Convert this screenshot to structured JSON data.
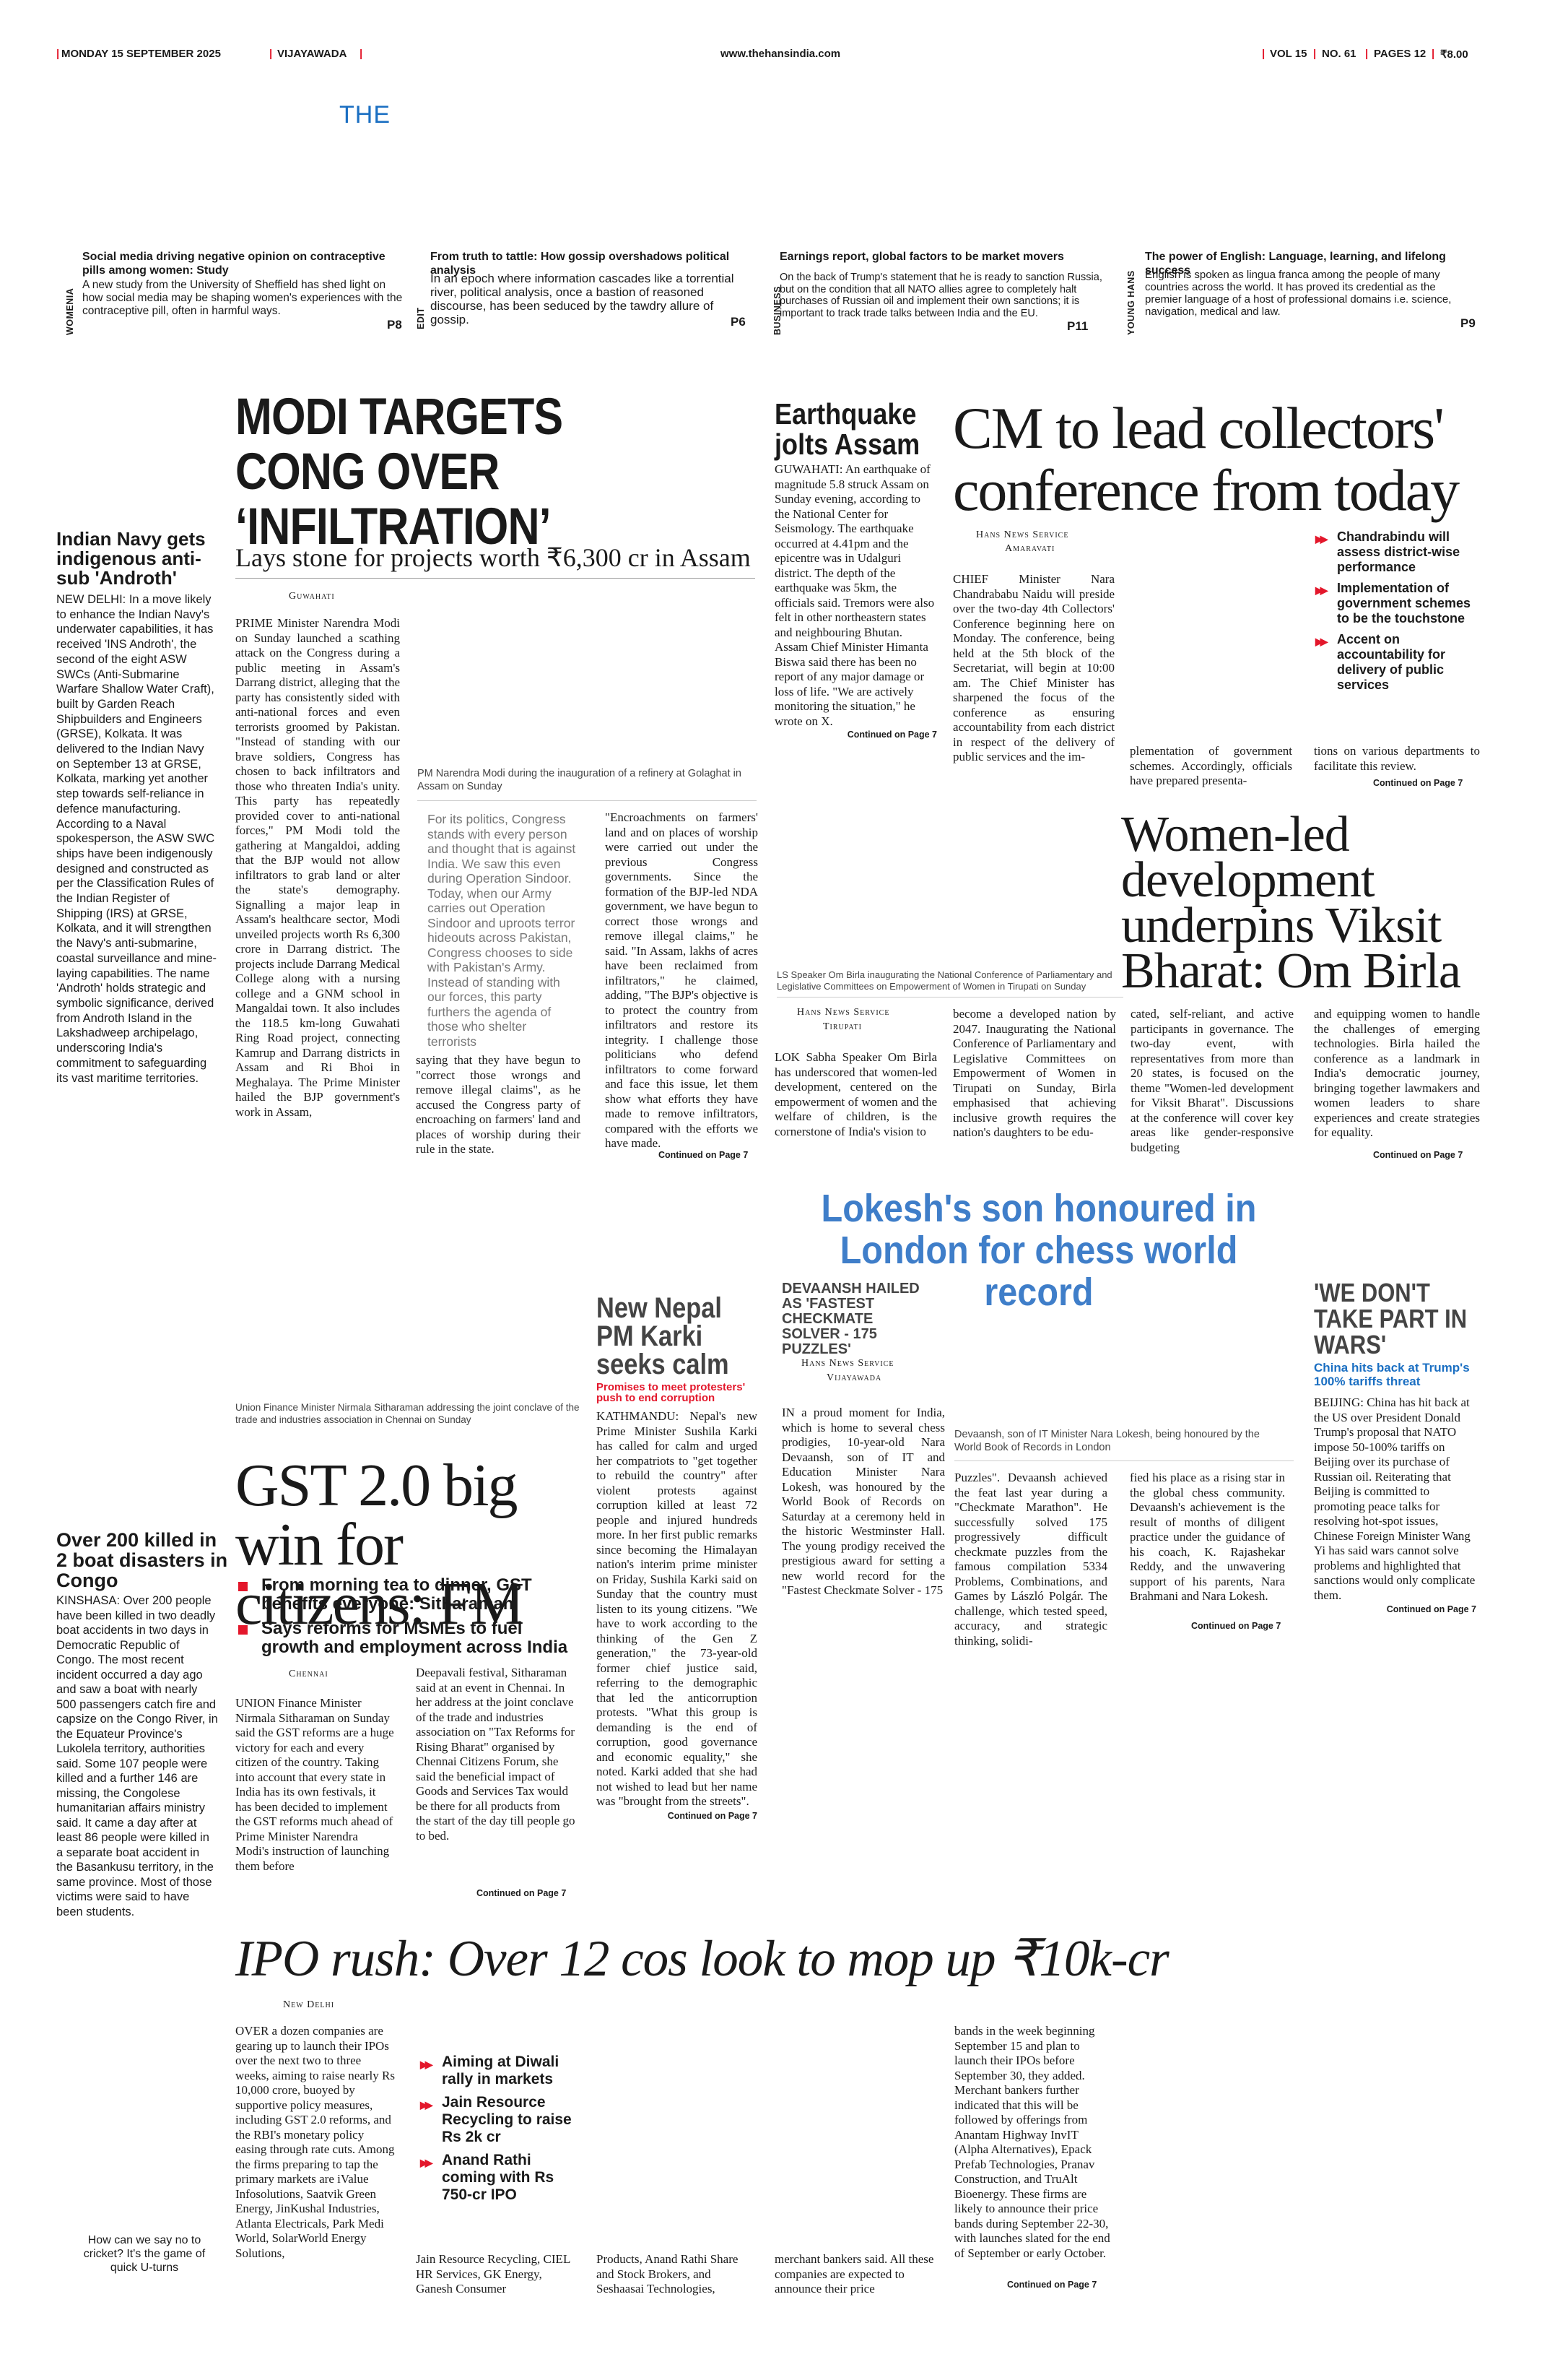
{
  "masthead": {
    "date_line": "MONDAY 15 SEPTEMBER 2025",
    "city": "VIJAYAWADA",
    "website": "www.thehansindia.com",
    "vol": "VOL 15",
    "no": "NO. 61",
    "pages": "PAGES 12",
    "price": "₹8.00",
    "logo_the": "THE"
  },
  "teasers": [
    {
      "section": "WOMENIA",
      "title": "Social media driving negative opinion on contraceptive pills among women: Study",
      "text": "A new study from the University of Sheffield has shed light on how social media may be shaping women's experiences with the contraceptive pill, often in harmful ways.",
      "page": "P8"
    },
    {
      "section": "EDIT",
      "title": "From truth to tattle: How gossip overshadows political analysis",
      "text": "In an epoch where information cascades like a torrential river, political analysis, once a bastion of reasoned discourse, has been seduced by the tawdry allure of gossip.",
      "page": "P6"
    },
    {
      "section": "BUSINESS",
      "title": "Earnings report, global factors to be market movers",
      "text": "On the back of Trump's statement that he is ready to sanction Russia, but on the condition that all NATO allies agree to completely halt purchases of Russian oil and implement their own sanctions; it is important to track trade talks between India and the EU.",
      "page": "P11"
    },
    {
      "section": "YOUNG HANS",
      "title": "The power of English: Language, learning, and lifelong success",
      "text": "English is spoken as lingua franca among the people of many countries across the world. It has proved its credential as the premier language of a host of professional domains i.e. science, navigation, medical and law.",
      "page": "P9"
    }
  ],
  "navy": {
    "headline": "Indian Navy gets indigenous anti-sub 'Androth'",
    "body": "NEW DELHI: In a move likely to enhance the Indian Navy's underwater capabilities, it has received 'INS Androth', the second of the eight ASW SWCs (Anti-Submarine Warfare Shallow Water Craft), built by Garden Reach Shipbuilders and Engineers (GRSE), Kolkata. It was delivered to the Indian Navy on September 13 at GRSE, Kolkata, marking yet another step towards self-reliance in defence manufacturing. According to a Naval spokesperson, the ASW SWC ships have been indigenously designed and constructed as per the Classification Rules of the Indian Register of Shipping (IRS) at GRSE, Kolkata, and it will strengthen the Navy's anti-submarine, coastal surveillance and mine-laying capabilities. The name 'Androth' holds strategic and symbolic significance, derived from Androth Island in the Lakshadweep archipelago, underscoring India's commitment to safeguarding its vast maritime territories."
  },
  "modi": {
    "headline": "MODI TARGETS CONG OVER ‘INFILTRATION’",
    "subhead": "Lays stone for projects worth ₹6,300 cr in Assam",
    "dateline": "Guwahati",
    "col1": "PRIME Minister Narendra Modi on Sunday launched a scathing attack on the Congress during a public meeting in Assam's Darrang district, alleging that the party has consistently sided with anti-national forces and even terrorists groomed by Pakistan. \"Instead of standing with our brave soldiers, Congress has chosen to back infiltrators and those who threaten India's unity. This party has repeatedly provided cover to anti-national forces,\" PM Modi told the gathering at Mangaldoi, adding that the BJP would not allow infiltrators to grab land or alter the state's demography. Signalling a major leap in Assam's healthcare sector, Modi unveiled projects worth Rs 6,300 crore in Darrang district. The projects include Darrang Medical College along with a nursing college and a GNM school in Mangaldai town. It also includes the 118.5 km-long Guwahati Ring Road project, connecting Kamrup and Darrang districts in Assam and Ri Bhoi in Meghalaya. The Prime Minister hailed the BJP government's work in Assam,",
    "caption": "PM Narendra Modi during the inauguration of a refinery at Golaghat in Assam on Sunday",
    "pullquote": "For its politics, Congress stands with every person and thought that is against India. We saw this even during Operation Sindoor. Today, when our Army carries out Operation Sindoor and uproots terror hideouts across Pakistan, Congress chooses to side with Pakistan's Army. Instead of standing with our forces, this party furthers the agenda of those who shelter terrorists",
    "col2b": "saying that they have begun to \"correct those wrongs and remove illegal claims\", as he accused the Congress party of encroaching on farmers' land and places of worship during their rule in the state.",
    "col3": "\"Encroachments on farmers' land and on places of worship were carried out under the previous Congress governments. Since the formation of the BJP-led NDA government, we have begun to correct those wrongs and remove illegal claims,\" he said. \"In Assam, lakhs of acres have been reclaimed from infiltrators,\" he claimed, adding, \"The BJP's objective is to protect the country from infiltrators and restore its integrity. I challenge those politicians who defend infiltrators to come forward and face this issue, let them show what efforts they have made to remove infiltrators, compared with the efforts we have made.",
    "cont": "Continued on Page 7"
  },
  "quake": {
    "headline": "Earthquake jolts Assam",
    "body": "GUWAHATI: An earthquake of magnitude 5.8 struck Assam on Sunday evening, according to the National Center for Seismology. The earthquake occurred at 4.41pm and the epicentre was in Udalguri district. The depth of the earthquake was 5km, the officials said. Tremors were also felt in other northeastern states and neighbouring Bhutan. Assam Chief Minister Himanta Biswa said there has been no report of any major damage or loss of life. \"We are actively monitoring the situation,\" he wrote on X.",
    "cont": "Continued on Page 7"
  },
  "cm": {
    "headline": "CM to lead collectors' conference from today",
    "dateline1": "Hans News Service",
    "dateline2": "Amaravati",
    "col1": "CHIEF Minister Nara Chandrababu Naidu will preside over the two-day 4th Collectors' Conference beginning here on Monday. The conference, being held at the 5th block of the Secretariat, will begin at 10:00 am. The Chief Minister has sharpened the focus of the conference as ensuring accountability from each district in respect of the delivery of public services and the im-",
    "col2": "plementation of government schemes. Accordingly, officials have prepared presenta-",
    "col3": "tions on various departments to facilitate this review.",
    "bullets": [
      "Chandrabindu will assess district-wise performance",
      "Implementation of government schemes to be the touchstone",
      "Accent on accountability for delivery of public services"
    ],
    "cont": "Continued on Page 7"
  },
  "birla": {
    "headline": "Women-led development underpins Viksit Bharat: Om Birla",
    "caption": "LS Speaker Om Birla inaugurating the National Conference of Parliamentary and Legislative Committees on Empowerment of Women in Tirupati on Sunday",
    "dateline1": "Hans News Service",
    "dateline2": "Tirupati",
    "col1": "LOK Sabha Speaker Om Birla has underscored that women-led development, centered on the empowerment of women and the welfare of children, is the cornerstone of India's vision to",
    "col2": "become a developed nation by 2047. Inaugurating the National Conference of Parliamentary and Legislative Committees on Empowerment of Women in Tirupati on Sunday, Birla emphasised that achieving inclusive growth requires the nation's daughters to be edu-",
    "col3": "cated, self-reliant, and active participants in governance. The two-day event, with representatives from more than 20 states, is focused on the theme \"Women-led development for Viksit Bharat\". Discussions at the conference will cover key areas like gender-responsive budgeting",
    "col4": "and equipping women to handle the challenges of emerging technologies. Birla hailed the conference as a landmark in India's democratic journey, bringing together lawmakers and women leaders to share experiences and create strategies for equality.",
    "cont": "Continued on Page 7"
  },
  "lokesh": {
    "headline": "Lokesh's son honoured in London for chess world record",
    "kicker": "DEVAANSH HAILED AS 'FASTEST CHECKMATE SOLVER - 175 PUZZLES'",
    "dateline1": "Hans News Service",
    "dateline2": "Vijayawada",
    "col1": "IN a proud moment for India, which is home to several chess prodigies, 10-year-old Nara Devaansh, son of IT and Education Minister Nara Lokesh, was honoured by the World Book of Records on Saturday at a ceremony held in the historic Westminster Hall. The young prodigy received the prestigious award for setting a new world record for the \"Fastest Checkmate Solver - 175",
    "caption": "Devaansh, son of IT Minister Nara Lokesh, being honoured by the World Book of Records in London",
    "col2": "Puzzles\". Devaansh achieved the feat last year during a \"Checkmate Marathon\". He successfully solved 175 progressively difficult checkmate puzzles from the famous compilation 5334 Problems, Combinations, and Games by László Polgár. The challenge, which tested speed, accuracy, and strategic thinking, solidi-",
    "col3": "fied his place as a rising star in the global chess community. Devaansh's achievement is the result of months of diligent practice under the guidance of his coach, K. Rajashekar Reddy, and the unwavering support of his parents, Nara Brahmani and Nara Lokesh.",
    "cont": "Continued on Page 7"
  },
  "china": {
    "headline": "'WE DON'T TAKE PART IN WARS'",
    "subhead": "China hits back at Trump's 100% tariffs threat",
    "body": "BEIJING: China has hit back at the US over President Donald Trump's proposal that NATO impose 50-100% tariffs on Beijing over its purchase of Russian oil. Reiterating that Beijing is committed to promoting peace talks for resolving hot-spot issues, Chinese Foreign Minister Wang Yi has said wars cannot solve problems and highlighted that sanctions would only complicate them.",
    "cont": "Continued on Page 7"
  },
  "nepal": {
    "headline": "New Nepal PM Karki seeks calm",
    "subhead": "Promises to meet protesters' push to end corruption",
    "body": "KATHMANDU: Nepal's new Prime Minister Sushila Karki has called for calm and urged her compatriots to \"get together to rebuild the country\" after violent protests against corruption killed at least 72 people and injured hundreds more. In her first public remarks since becoming the Himalayan nation's interim prime minister on Friday, Sushila Karki said on Sunday that the country must listen to its young citizens. \"We have to work according to the thinking of the Gen Z generation,\" the 73-year-old former chief justice said, referring to the demographic that led the anticorruption protests. \"What this group is demanding is the end of corruption, good governance and economic equality,\" she noted. Karki added that she had not wished to lead but her name was \"brought from the streets\".",
    "cont": "Continued on Page 7"
  },
  "gst": {
    "caption": "Union Finance Minister Nirmala Sitharaman addressing the joint conclave of the trade and industries association in Chennai on Sunday",
    "headline": "GST 2.0 big win for citizens: FM",
    "bullets": [
      "From morning tea to dinner, GST benefits everyone: Sitharaman",
      "Says reforms for MSMEs to fuel growth and employment across India"
    ],
    "dateline": "Chennai",
    "col1": "UNION Finance Minister Nirmala Sitharaman on Sunday said the GST reforms are a huge victory for each and every citizen of the country. Taking into account that every state in India has its own festivals, it has been decided to implement the GST reforms much ahead of Prime Minister Narendra Modi's instruction of launching them before",
    "col2": "Deepavali festival, Sitharaman said at an event in Chennai. In her address at the joint conclave of the trade and industries association on \"Tax Reforms for Rising Bharat\" organised by Chennai Citizens Forum, she said the beneficial impact of Goods and Services Tax would be there for all products from the start of the day till people go to bed.",
    "cont": "Continued on Page 7"
  },
  "congo": {
    "headline": "Over 200 killed in 2 boat disasters in Congo",
    "body": "KINSHASA: Over 200 people have been killed in two deadly boat accidents in two days in Democratic Republic of Congo. The most recent incident occurred a day ago and saw a boat with nearly 500 passengers catch fire and capsize on the Congo River, in the Equateur Province's Lukolela territory, authorities said. Some 107 people were killed and a further 146 are missing, the Congolese humanitarian affairs ministry said. It came a day after at least 86 people were killed in a separate boat accident in the Basankusu territory, in the same province. Most of those victims were said to have been students."
  },
  "ipo": {
    "headline": "IPO rush: Over 12 cos look to mop up ₹10k-cr",
    "dateline": "New Delhi",
    "col1": "OVER a dozen companies are gearing up to launch their IPOs over the next two to three weeks, aiming to raise nearly Rs 10,000 crore, buoyed by supportive policy measures, including GST 2.0 reforms, and the RBI's monetary policy easing through rate cuts. Among the firms preparing to tap the primary markets are iValue Infosolutions, Saatvik Green Energy, JinKushal Industries, Atlanta Electricals, Park Medi World, SolarWorld Energy Solutions,",
    "col2": "Jain Resource Recycling, CIEL HR Services, GK Energy, Ganesh Consumer",
    "col3": "Products, Anand Rathi Share and Stock Brokers, and Seshaasai Technologies,",
    "col4": "merchant bankers said. All these companies are expected to announce their price",
    "col5": "bands in the week beginning September 15 and plan to launch their IPOs before September 30, they added. Merchant bankers further indicated that this will be followed by offerings from Anantam Highway InvIT (Alpha Alternatives), Epack Prefab Technologies, Pranav Construction, and TruAlt Bioenergy. These firms are likely to announce their price bands during September 22-30, with launches slated for the end of September or early October.",
    "bullets": [
      "Aiming at Diwali rally in markets",
      "Jain Resource Recycling to raise Rs 2k cr",
      "Anand Rathi coming with Rs 750-cr IPO"
    ],
    "cont": "Continued on Page 7"
  },
  "cricket": {
    "text": "How can we say no to cricket? It's the game of quick U-turns"
  }
}
